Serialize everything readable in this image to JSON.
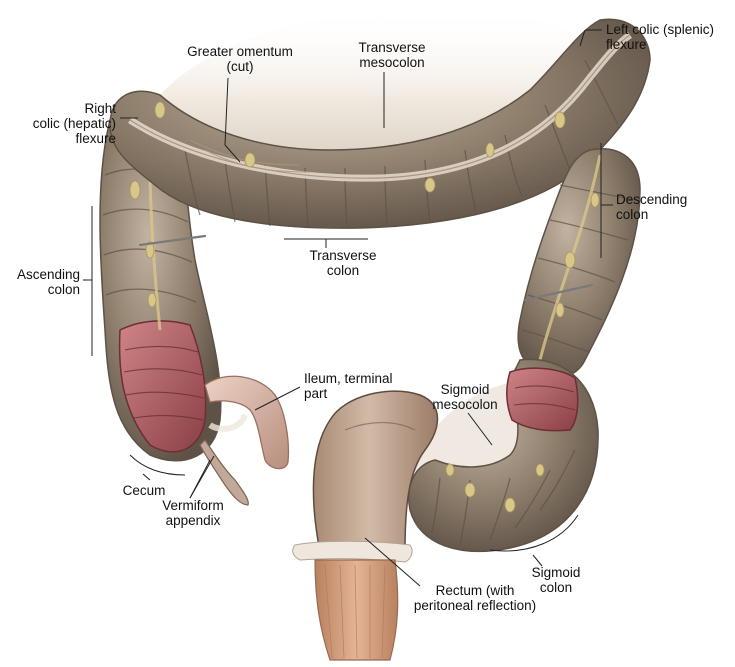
{
  "labels": {
    "greater_omentum": [
      "Greater omentum",
      "(cut)"
    ],
    "transverse_mesocolon": [
      "Transverse",
      "mesocolon"
    ],
    "left_colic_flexure": [
      "Left colic (splenic)",
      "flexure"
    ],
    "right_colic_flexure": [
      "Right",
      "colic (hepatic)",
      "flexure"
    ],
    "descending_colon": [
      "Descending",
      "colon"
    ],
    "transverse_colon": [
      "Transverse",
      "colon"
    ],
    "ascending_colon": [
      "Ascending",
      "colon"
    ],
    "ileum": [
      "Ileum, terminal",
      "part"
    ],
    "sigmoid_mesocolon": [
      "Sigmoid",
      "mesocolon"
    ],
    "cecum": [
      "Cecum"
    ],
    "vermiform_appendix": [
      "Vermiform",
      "appendix"
    ],
    "sigmoid_colon": [
      "Sigmoid",
      "colon"
    ],
    "rectum": [
      "Rectum (with",
      "peritoneal reflection)"
    ]
  },
  "colors": {
    "colon_wall": "#8e7e6c",
    "colon_wall_light": "#b3a392",
    "colon_wall_dark": "#5e5246",
    "mucosa": "#b86b6e",
    "mucosa_dark": "#8a3f46",
    "mesentery": "#ece4da",
    "fat": "#d8c78a",
    "ileum": "#d9b7a6",
    "rectum_muscle": "#d8a68a",
    "leader_line": "#222222"
  }
}
